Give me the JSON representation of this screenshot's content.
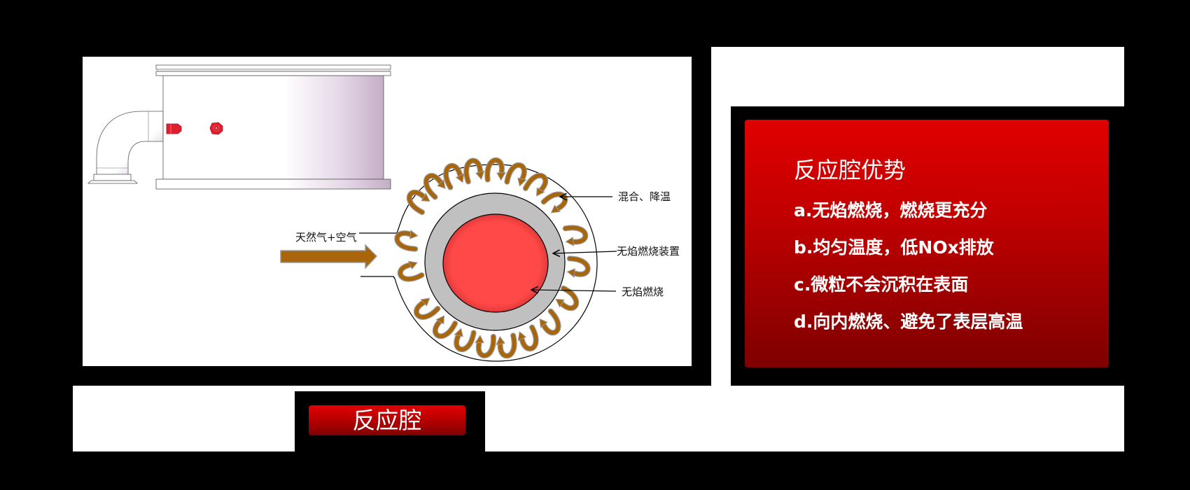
{
  "diagram": {
    "inlet_label": "天然气+空气",
    "callouts": [
      {
        "label": "混合、降温"
      },
      {
        "label": "无焰燃烧装置"
      },
      {
        "label": "无焰燃烧"
      }
    ],
    "colors": {
      "flow_arrow": "#a8650a",
      "ring": "#c0c0c0",
      "core": "#ff4848",
      "nozzle": "#e02030"
    }
  },
  "advantages": {
    "title": "反应腔优势",
    "items": [
      "a.无焰燃烧，燃烧更充分",
      "b.均匀温度，低NOx排放",
      "c.微粒不会沉积在表面",
      "d.向内燃烧、避免了表层高温"
    ],
    "box_gradient": [
      "#e00000",
      "#7e0000"
    ]
  },
  "caption": {
    "label": "反应腔"
  }
}
